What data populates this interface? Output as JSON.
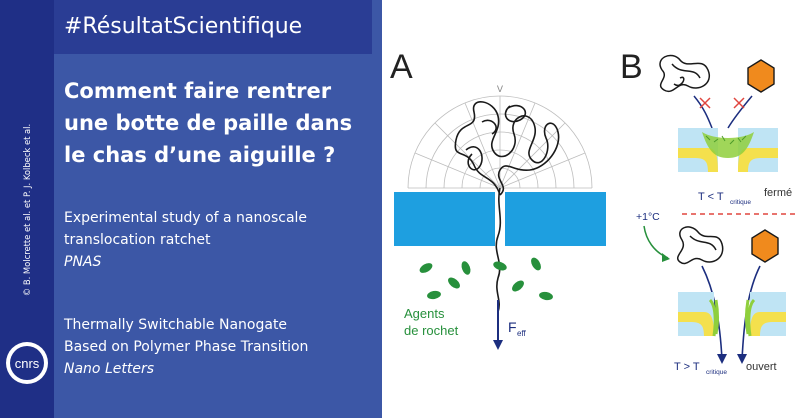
{
  "credit": "© B. Molcrette et al. et P. J. Kolbeck et al.",
  "hashtag": "#RésultatScientifique",
  "headline": {
    "line1": "Comment faire rentrer",
    "line2": "une botte de paille dans",
    "line3": "le chas d’une aiguille ?"
  },
  "papers": [
    {
      "title_line1": "Experimental study of a nanoscale",
      "title_line2": "translocation ratchet",
      "journal": "PNAS"
    },
    {
      "title_line1": "Thermally Switchable Nanogate",
      "title_line2": "Based on Polymer Phase Transition",
      "journal": "Nano Letters"
    }
  ],
  "logo_text": "cnrs",
  "figure": {
    "panel_a_label": "A",
    "panel_b_label": "B",
    "agents_line1": "Agents",
    "agents_line2": "de rochet",
    "force_main": "F",
    "force_sub": "eff",
    "arc_label": "V",
    "closed_t": "T < T",
    "closed_sub": "critique",
    "closed_word": "fermé",
    "temp_step": "+1°C",
    "open_t": "T > T",
    "open_sub": "critique",
    "open_word": "ouvert"
  },
  "colors": {
    "panel_blue": "#3c57a6",
    "strip_blue": "#1f2f86",
    "hashtag_blue": "#2a3d94",
    "pore_cyan": "#1e9fe0",
    "agent_green": "#27903c",
    "arrow_navy": "#1c2e7f",
    "dashed_red": "#e0463f",
    "hexagon_orange": "#f08a1d",
    "gate_yellow": "#f4e04d",
    "gate_blue": "#bfe4f4"
  }
}
